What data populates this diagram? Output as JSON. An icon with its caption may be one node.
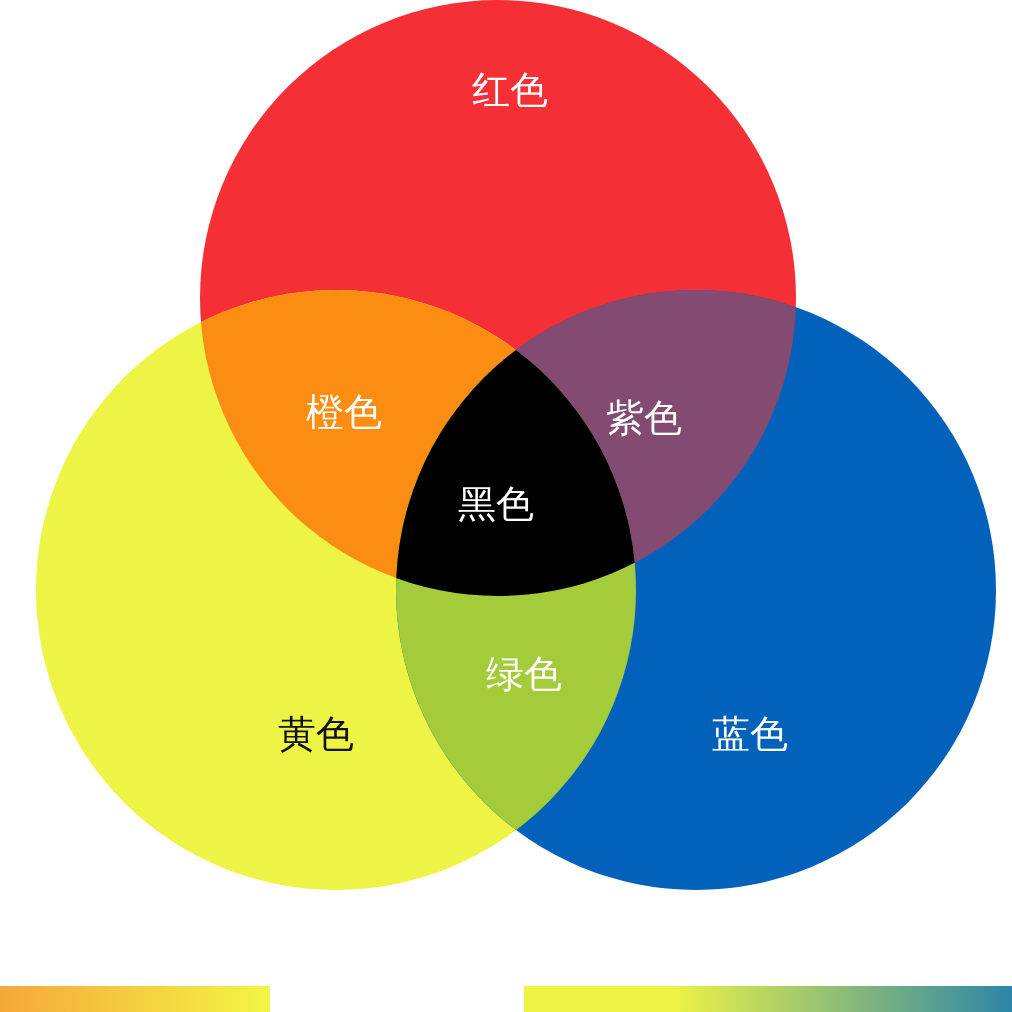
{
  "diagram": {
    "nodes": [
      {
        "text": [
          "红色"
        ]
      },
      {
        "text": [
          "橙色"
        ]
      },
      {
        "text": [
          "紫色"
        ]
      },
      {
        "text": [
          "黑色"
        ]
      },
      {
        "text": [
          "绿色"
        ]
      },
      {
        "text": [
          "黄色"
        ]
      },
      {
        "text": [
          "蓝色"
        ]
      }
    ]
  }
}
